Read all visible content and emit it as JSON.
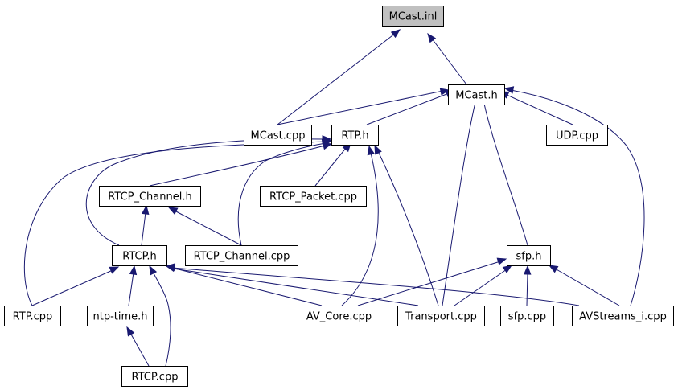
{
  "graph": {
    "nodes": {
      "mcast_inl": "MCast.inl",
      "mcast_h": "MCast.h",
      "mcast_cpp": "MCast.cpp",
      "rtp_h": "RTP.h",
      "udp_cpp": "UDP.cpp",
      "rtcp_channel_h": "RTCP_Channel.h",
      "rtcp_packet_cpp": "RTCP_Packet.cpp",
      "rtcp_h": "RTCP.h",
      "rtcp_channel_cpp": "RTCP_Channel.cpp",
      "sfp_h": "sfp.h",
      "rtp_cpp": "RTP.cpp",
      "ntp_time_h": "ntp-time.h",
      "av_core_cpp": "AV_Core.cpp",
      "transport_cpp": "Transport.cpp",
      "sfp_cpp": "sfp.cpp",
      "avstreams_i_cpp": "AVStreams_i.cpp",
      "rtcp_cpp": "RTCP.cpp"
    },
    "colors": {
      "edge": "#191970",
      "root_fill": "#c0c0c0",
      "node_fill": "#ffffff",
      "node_border": "#000000"
    }
  }
}
